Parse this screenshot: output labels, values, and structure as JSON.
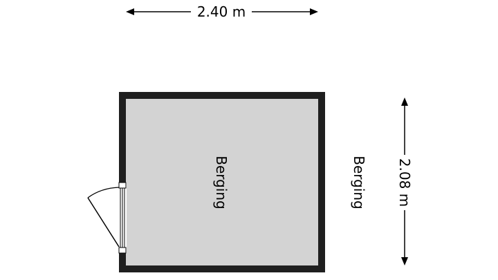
{
  "plan": {
    "width_label": "2.40 m",
    "height_label": "2.08 m",
    "room_label": "Berging",
    "side_label": "Berging"
  },
  "colors": {
    "wall": "#1f1f1f",
    "floor": "#d3d3d3",
    "door_leaf": "#000000",
    "background": "#ffffff"
  }
}
